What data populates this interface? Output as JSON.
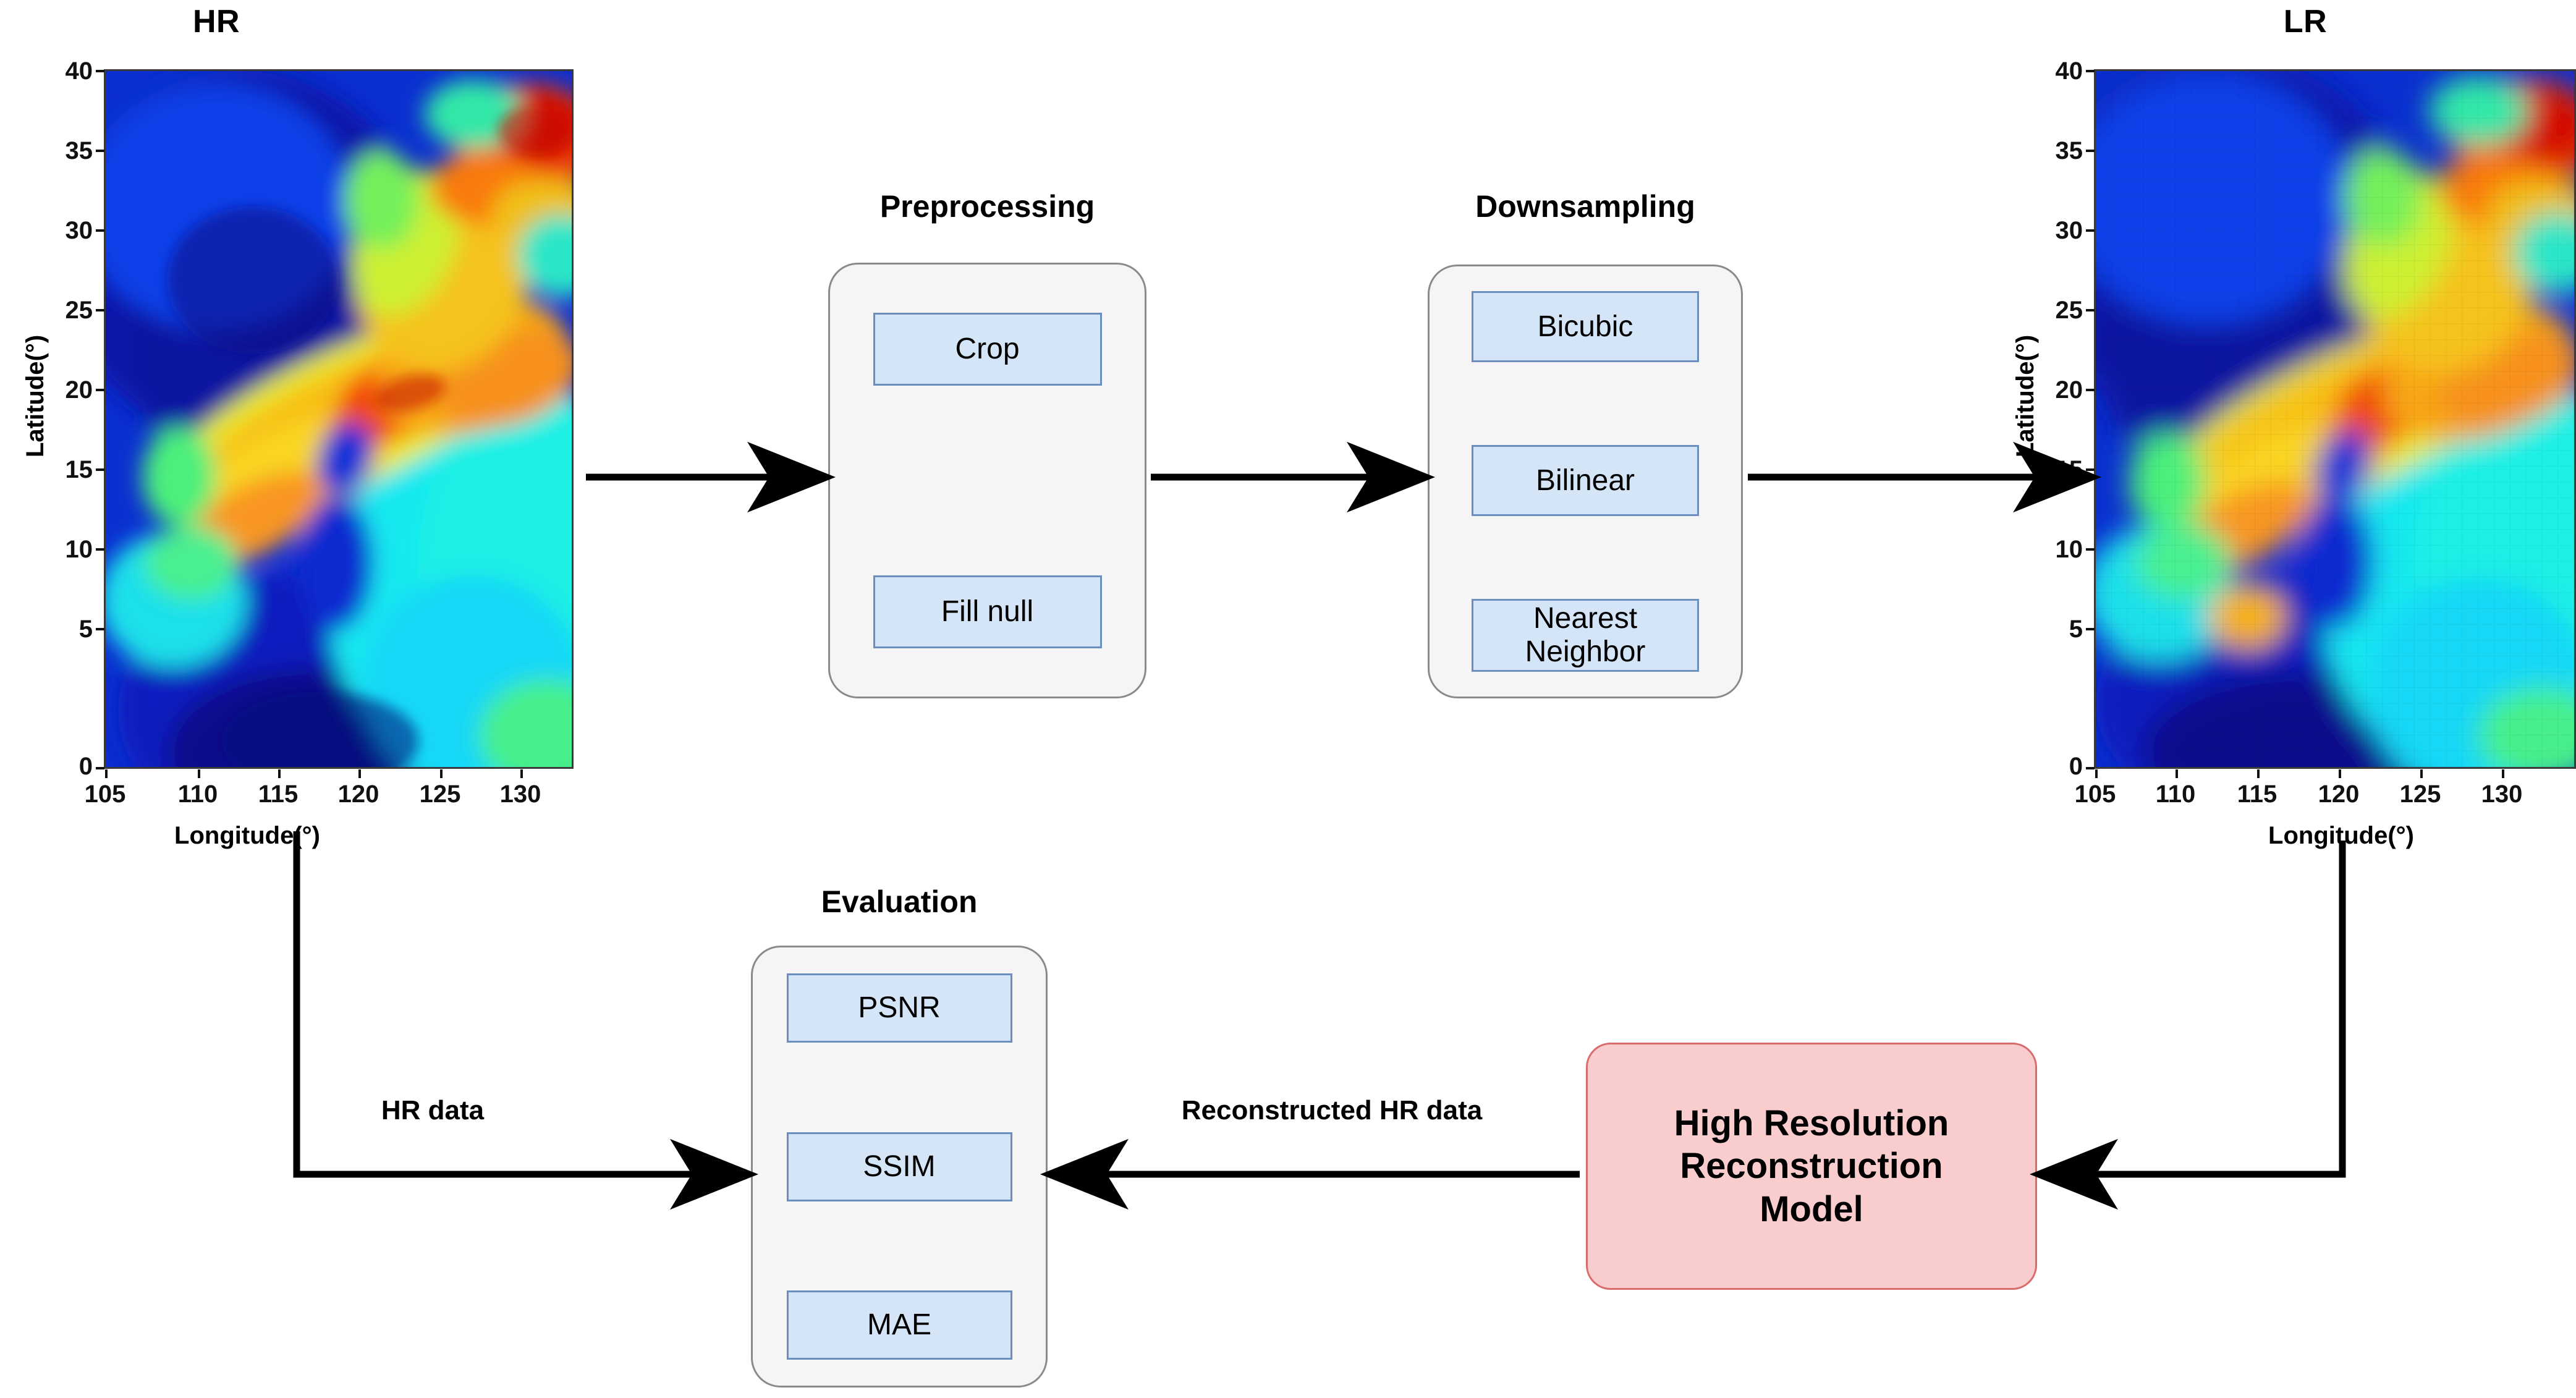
{
  "panels": {
    "hr": {
      "title": "HR",
      "xlabel": "Longitude(°)",
      "ylabel": "Latitude(°)",
      "xticks": [
        "105",
        "110",
        "115",
        "120",
        "125",
        "130"
      ],
      "yticks": [
        "0",
        "5",
        "10",
        "15",
        "20",
        "25",
        "30",
        "35",
        "40"
      ]
    },
    "lr": {
      "title": "LR",
      "xlabel": "Longitude(°)",
      "ylabel": "Latitude(°)",
      "xticks": [
        "105",
        "110",
        "115",
        "120",
        "125",
        "130"
      ],
      "yticks": [
        "0",
        "5",
        "10",
        "15",
        "20",
        "25",
        "30",
        "35",
        "40"
      ]
    }
  },
  "stages": {
    "preprocessing": {
      "title": "Preprocessing",
      "items": [
        {
          "label": "Crop"
        },
        {
          "label": "Fill null"
        }
      ]
    },
    "downsampling": {
      "title": "Downsampling",
      "items": [
        {
          "label": "Bicubic"
        },
        {
          "label": "Bilinear"
        },
        {
          "label": "Nearest\nNeighbor"
        }
      ]
    },
    "evaluation": {
      "title": "Evaluation",
      "items": [
        {
          "label": "PSNR"
        },
        {
          "label": "SSIM"
        },
        {
          "label": "MAE"
        }
      ]
    },
    "model": {
      "label": "High Resolution\nReconstruction\nModel"
    }
  },
  "edges": {
    "hr_data": "HR data",
    "reconstructed_hr_data": "Reconstructed HR data"
  },
  "chart_data": [
    {
      "type": "heatmap",
      "title": "HR",
      "xlabel": "Longitude(°)",
      "ylabel": "Latitude(°)",
      "xlim": [
        104,
        134
      ],
      "ylim": [
        0,
        44
      ],
      "xticks": [
        105,
        110,
        115,
        120,
        125,
        130
      ],
      "yticks": [
        0,
        5,
        10,
        15,
        20,
        25,
        30,
        35,
        40
      ],
      "grid": false,
      "colormap": "jet",
      "resolution": "high",
      "description": "East-Asia domain field; deep blue low values over the northwestern continental interior, a warm yellow-to-red band running southwest-to-northeast from ~(108,10) to ~(127,24), an intense red maximum near (122,21), a secondary red maximum in the far northeast near (131,40), and cyan/green moderate values over the southeastern ocean."
    },
    {
      "type": "heatmap",
      "title": "LR",
      "xlabel": "Longitude(°)",
      "ylabel": "Latitude(°)",
      "xlim": [
        104,
        134
      ],
      "ylim": [
        0,
        44
      ],
      "xticks": [
        105,
        110,
        115,
        120,
        125,
        130
      ],
      "yticks": [
        0,
        5,
        10,
        15,
        20,
        25,
        30,
        35,
        40
      ],
      "grid": false,
      "colormap": "jet",
      "resolution": "low",
      "description": "Blocky, coarsely pixelated version of the HR field with the same spatial structure: blue northwest interior, warm southwest-to-northeast band, red maximum near (123,21), red patch near (131,40), cyan southeastern ocean."
    }
  ],
  "colors": {
    "group_fill": "#f5f5f5",
    "group_border": "#8a8a8a",
    "item_fill": "#d4e5f8",
    "item_border": "#6c8ebf",
    "model_fill": "#f9cdcd",
    "model_border": "#d86b6b",
    "connector": "#000000"
  }
}
